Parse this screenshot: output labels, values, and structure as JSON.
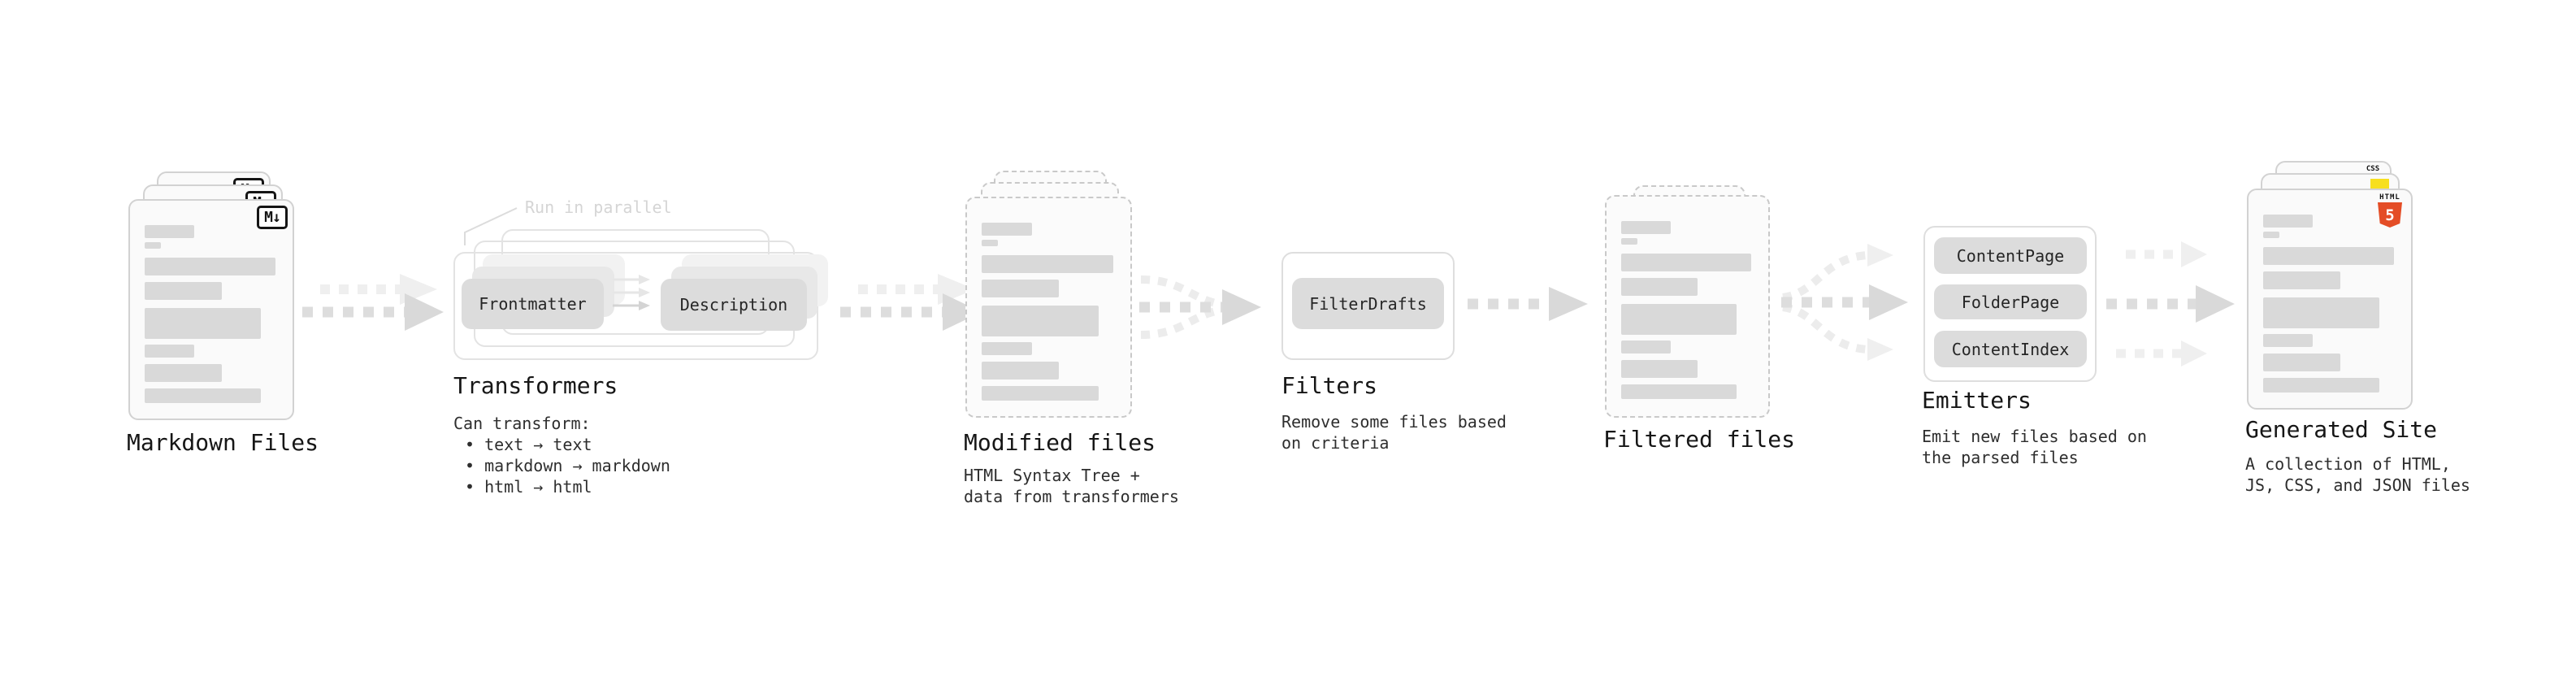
{
  "stages": {
    "markdown": {
      "label": "Markdown Files",
      "badge": "M↓"
    },
    "transformers": {
      "annotation": "Run in parallel",
      "pill_left": "Frontmatter",
      "pill_right": "Description",
      "label": "Transformers",
      "intro": "Can transform:",
      "bullets": [
        "• text → text",
        "• markdown → markdown",
        "• html → html"
      ]
    },
    "modified": {
      "label": "Modified files",
      "description": [
        "HTML Syntax Tree +",
        "data from transformers"
      ]
    },
    "filters": {
      "pill": "FilterDrafts",
      "label": "Filters",
      "description": [
        "Remove some files based",
        "on criteria"
      ]
    },
    "filtered": {
      "label": "Filtered files"
    },
    "emitters": {
      "pills": [
        "ContentPage",
        "FolderPage",
        "ContentIndex"
      ],
      "label": "Emitters",
      "description": [
        "Emit new files based on",
        "the parsed files"
      ]
    },
    "generated": {
      "label": "Generated Site",
      "description": [
        "A collection of HTML,",
        "JS, CSS, and JSON files"
      ],
      "badge_html_text": "HTML",
      "badge_html_number": "5",
      "badge_css_text": "CSS"
    }
  },
  "colors": {
    "arrow_dark": "#d9d9d9",
    "arrow_light": "#efefef",
    "pill_bg": "#dcdcdc",
    "accent_html5": "#e44d26",
    "accent_js": "#f7df1e",
    "accent_css": "#2d62ef"
  }
}
